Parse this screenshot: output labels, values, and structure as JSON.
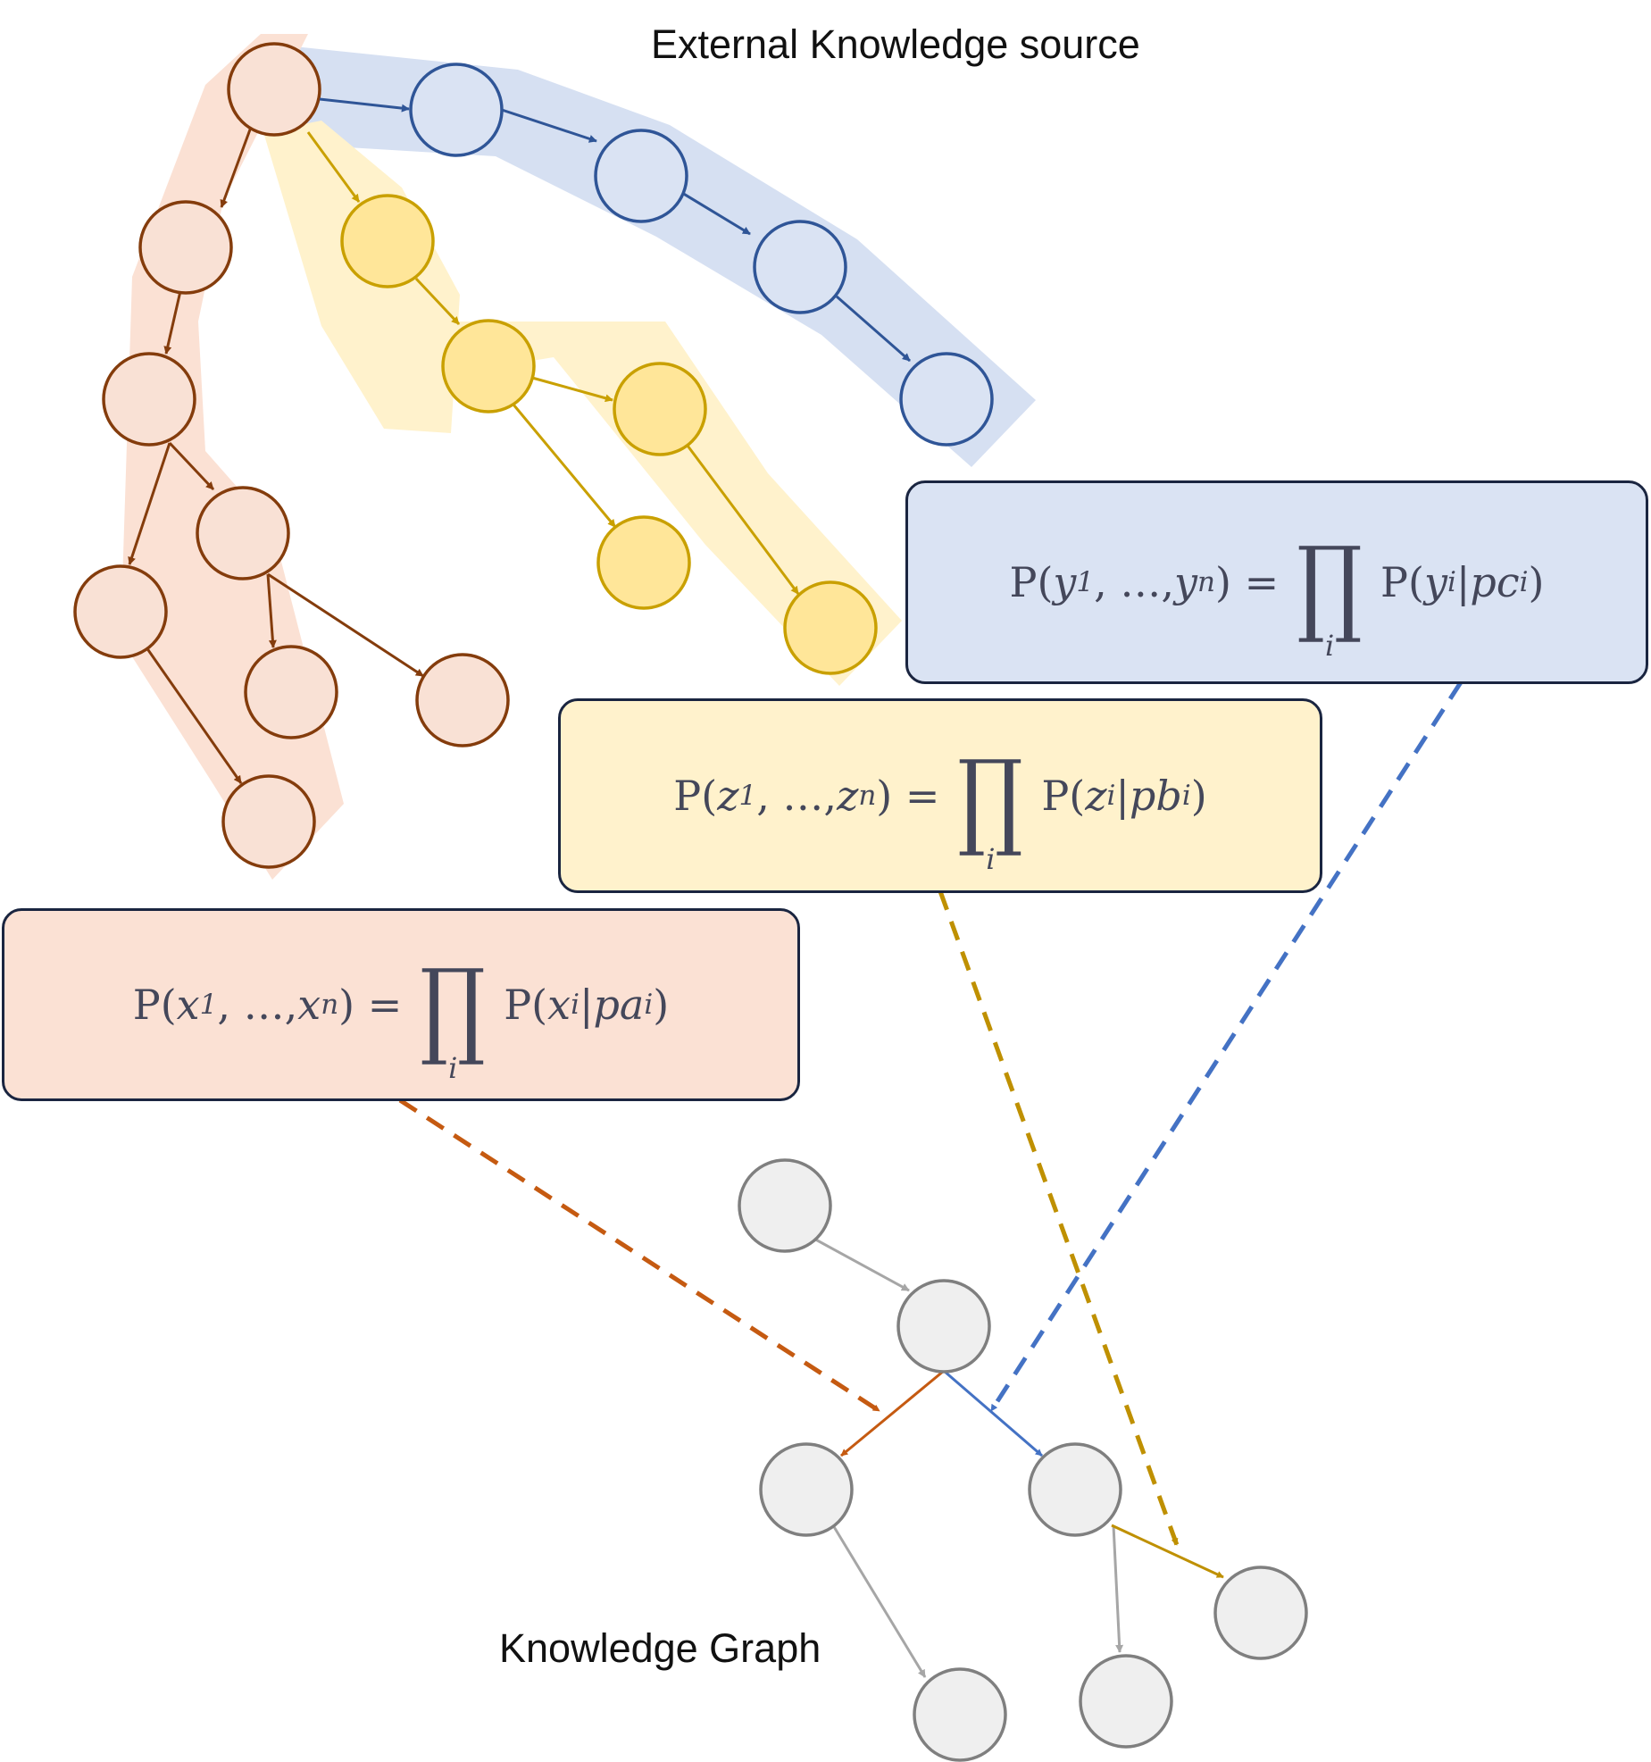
{
  "titles": {
    "top": "External Knowledge source",
    "bottom": "Knowledge Graph"
  },
  "colors": {
    "orange_fill": "#f9e1d5",
    "orange_stroke": "#843c0c",
    "orange_band": "#fbe1d4",
    "yellow_fill": "#ffe699",
    "yellow_stroke": "#c9a000",
    "yellow_band": "#fff2cc",
    "blue_fill": "#dae3f3",
    "blue_stroke": "#2f5597",
    "blue_band": "#d6e0f2",
    "gray_fill": "#efefef",
    "gray_stroke": "#7f7f7f",
    "gray_edge": "#a6a6a6",
    "box_border": "#1a2540",
    "dash_orange": "#c55a11",
    "dash_yellow": "#bf9000",
    "dash_blue": "#4472c4"
  },
  "equations": {
    "blue": {
      "lhs_var": "y",
      "first_idx": "1",
      "last_idx": "n",
      "rhs_var": "y",
      "rhs_idx": "i",
      "parent": "pc",
      "parent_idx": "i",
      "prod_idx": "i"
    },
    "yellow": {
      "lhs_var": "z",
      "first_idx": "1",
      "last_idx": "n",
      "rhs_var": "z",
      "rhs_idx": "i",
      "parent": "pb",
      "parent_idx": "i",
      "prod_idx": "i"
    },
    "orange": {
      "lhs_var": "x",
      "first_idx": "1",
      "last_idx": "n",
      "rhs_var": "x",
      "rhs_idx": "i",
      "parent": "pa",
      "parent_idx": "i",
      "prod_idx": "i"
    }
  }
}
